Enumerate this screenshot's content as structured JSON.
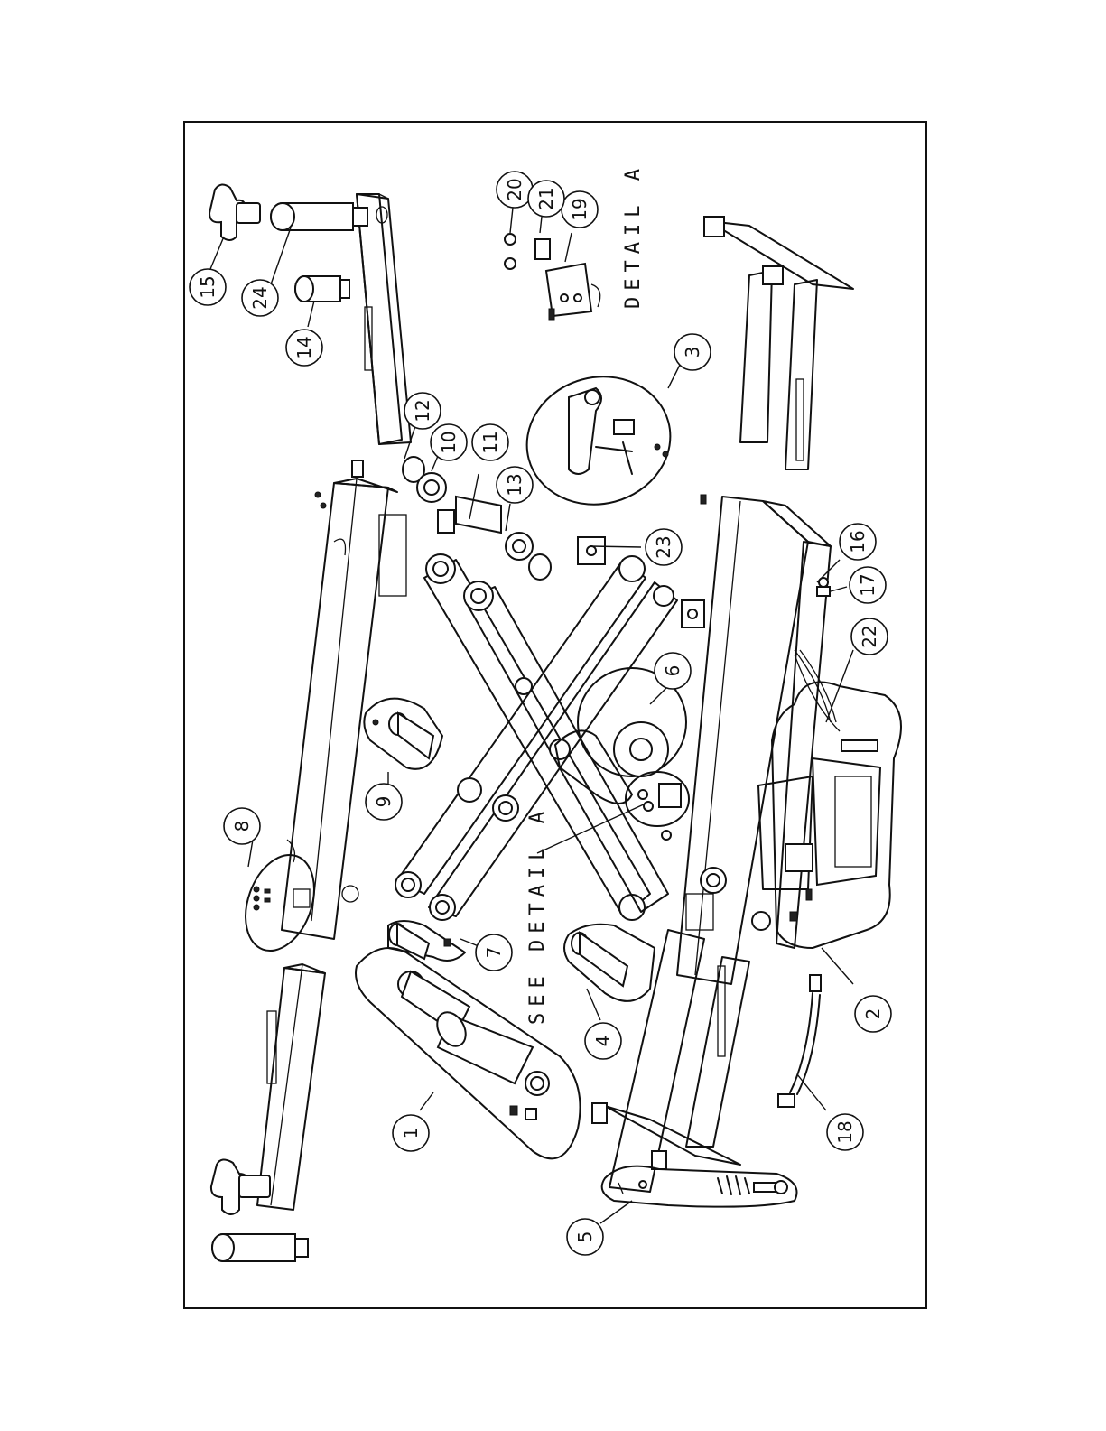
{
  "diagram": {
    "callouts": [
      {
        "id": "c1",
        "label": "1"
      },
      {
        "id": "c2",
        "label": "2"
      },
      {
        "id": "c3",
        "label": "3"
      },
      {
        "id": "c4",
        "label": "4"
      },
      {
        "id": "c5",
        "label": "5"
      },
      {
        "id": "c6",
        "label": "6"
      },
      {
        "id": "c7",
        "label": "7"
      },
      {
        "id": "c8",
        "label": "8"
      },
      {
        "id": "c9",
        "label": "9"
      },
      {
        "id": "c10",
        "label": "10"
      },
      {
        "id": "c11",
        "label": "11"
      },
      {
        "id": "c12",
        "label": "12"
      },
      {
        "id": "c13",
        "label": "13"
      },
      {
        "id": "c14",
        "label": "14"
      },
      {
        "id": "c15",
        "label": "15"
      },
      {
        "id": "c16",
        "label": "16"
      },
      {
        "id": "c17",
        "label": "17"
      },
      {
        "id": "c18",
        "label": "18"
      },
      {
        "id": "c19",
        "label": "19"
      },
      {
        "id": "c20",
        "label": "20"
      },
      {
        "id": "c21",
        "label": "21"
      },
      {
        "id": "c22",
        "label": "22"
      },
      {
        "id": "c23",
        "label": "23"
      },
      {
        "id": "c24",
        "label": "24"
      }
    ],
    "detail_label": "DETAIL A",
    "see_detail_label": "SEE DETAIL A"
  }
}
